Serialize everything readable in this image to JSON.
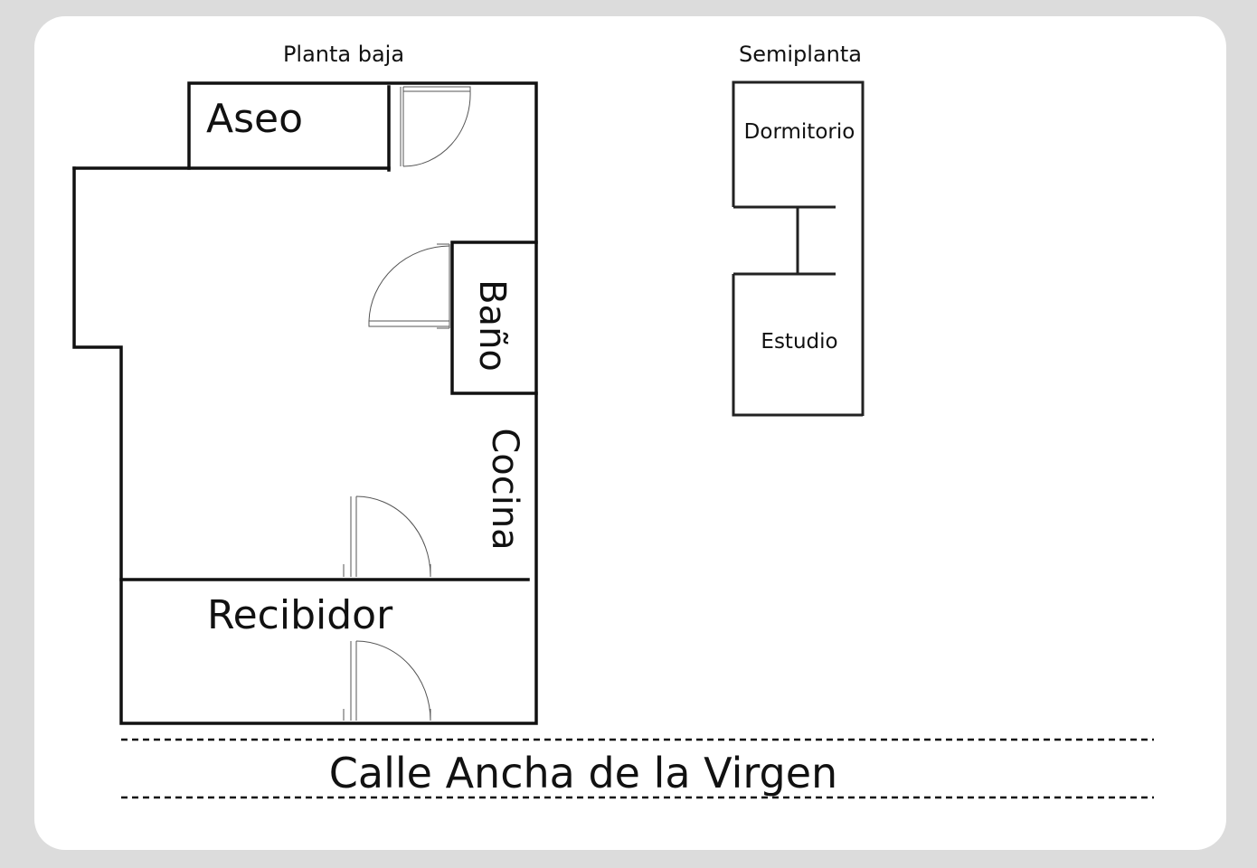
{
  "titles": {
    "ground_floor": "Planta baja",
    "half_floor": "Semiplanta"
  },
  "rooms": {
    "aseo": "Aseo",
    "bano": "Baño",
    "cocina": "Cocina",
    "recibidor": "Recibidor",
    "dormitorio": "Dormitorio",
    "estudio": "Estudio"
  },
  "street": "Calle Ancha de la Virgen"
}
